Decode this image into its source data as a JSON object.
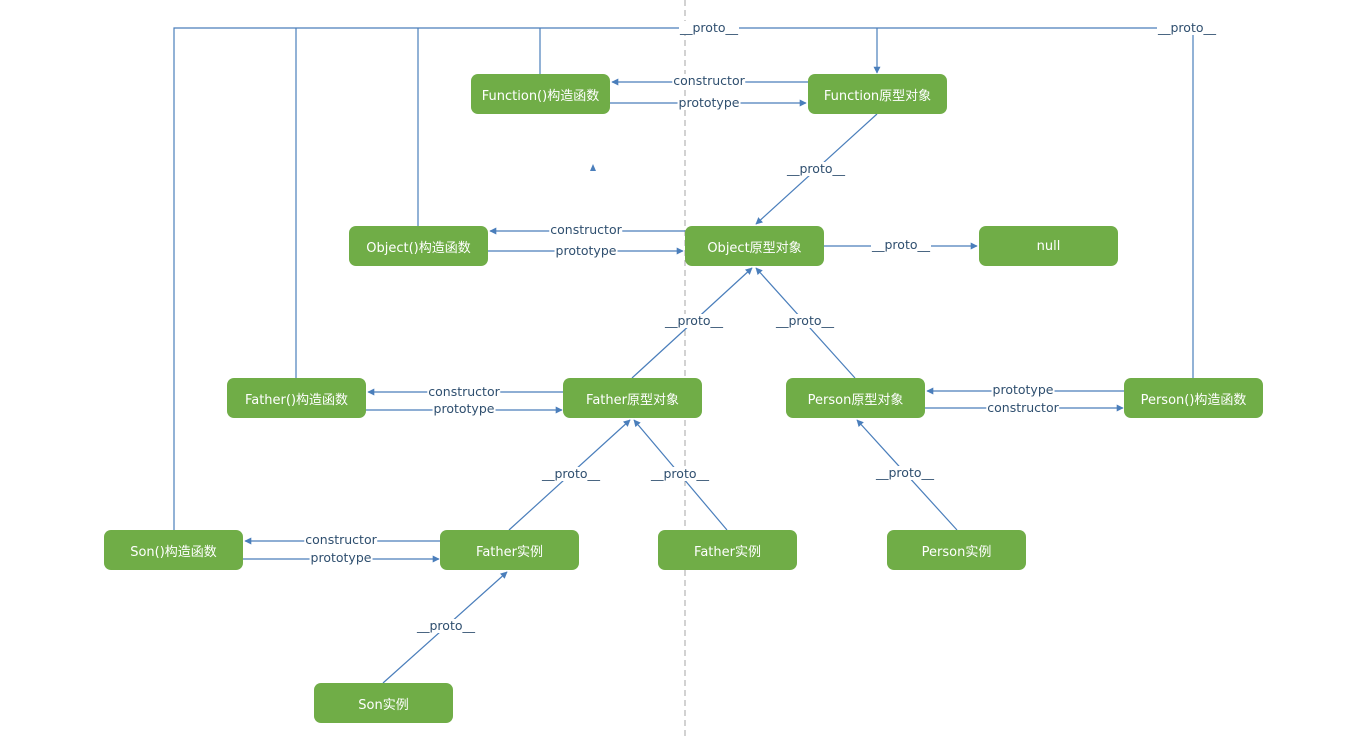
{
  "colors": {
    "node_fill": "#70AD47",
    "node_text": "#FFFFFF",
    "edge": "#4A7EBB",
    "label": "#2F4F6F",
    "divider": "#A6A6A6"
  },
  "nodes": {
    "function_ctor": "Function()构造函数",
    "function_proto": "Function原型对象",
    "object_ctor": "Object()构造函数",
    "object_proto": "Object原型对象",
    "null": "null",
    "father_ctor": "Father()构造函数",
    "father_proto": "Father原型对象",
    "person_proto": "Person原型对象",
    "person_ctor": "Person()构造函数",
    "son_ctor": "Son()构造函数",
    "father_inst_1": "Father实例",
    "father_inst_2": "Father实例",
    "person_inst": "Person实例",
    "son_inst": "Son实例"
  },
  "edge_labels": {
    "top_proto_left": "__proto__",
    "top_proto_right": "__proto__",
    "fn_constructor": "constructor",
    "fn_prototype": "prototype",
    "fnproto_to_objproto": "__proto__",
    "obj_constructor": "constructor",
    "obj_prototype": "prototype",
    "objproto_to_null": "__proto__",
    "fatherproto_to_objproto": "__proto__",
    "personproto_to_objproto": "__proto__",
    "father_constructor": "constructor",
    "father_prototype": "prototype",
    "person_prototype": "prototype",
    "person_constructor": "constructor",
    "fatherinst1_to_fatherproto": "__proto__",
    "fatherinst2_to_fatherproto": "__proto__",
    "personinst_to_personproto": "__proto__",
    "son_constructor": "constructor",
    "son_prototype": "prototype",
    "soninst_to_fatherinst": "__proto__"
  }
}
